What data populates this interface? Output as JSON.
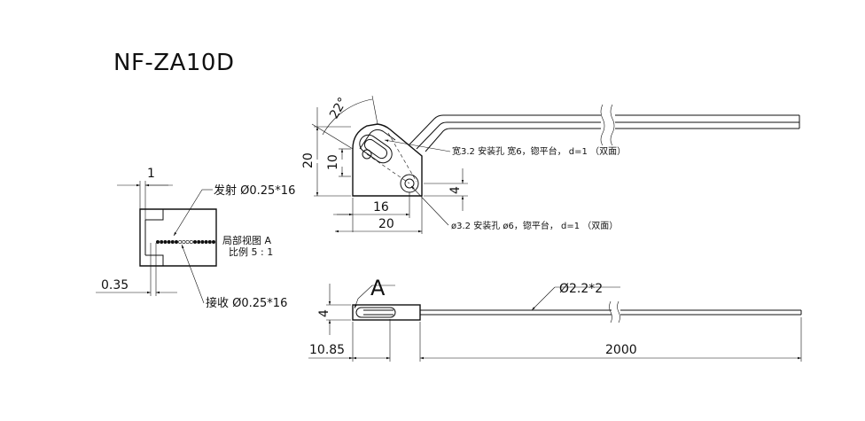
{
  "title": "NF-ZA10D",
  "detail": {
    "emitter_note": "发射 Ø0.25*16",
    "receiver_note": "接收 Ø0.25*16",
    "view_label_1": "局部视图 A",
    "view_label_2": "比例 5 : 1",
    "dim_width": "1",
    "dim_offset": "0.35"
  },
  "top_view": {
    "angle": "22°",
    "dim_height_outer": "20",
    "dim_height_inner": "10",
    "dim_width_inner": "16",
    "dim_width_outer": "20",
    "dim_hole_offset": "4",
    "slot_note": "宽3.2 安装孔 宽6，锪平台， d=1 （双面）",
    "hole_note": "ø3.2 安装孔 ø6，锪平台， d=1 （双面）"
  },
  "side_view": {
    "view_marker": "A",
    "cable_note": "Ø2.2*2",
    "dim_height": "4",
    "dim_tip": "10.85",
    "dim_length": "2000"
  }
}
